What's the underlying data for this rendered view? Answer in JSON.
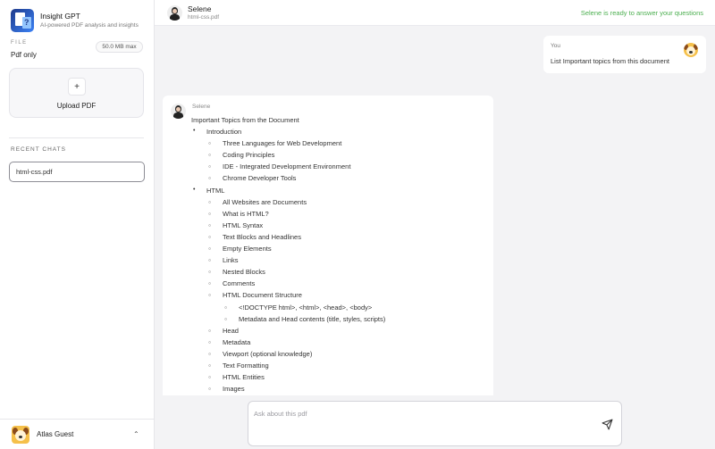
{
  "sidebar": {
    "brand_title": "Insight GPT",
    "brand_subtitle": "AI-powered PDF analysis and insights",
    "logo_icon": "pdf-doc-logo-icon",
    "file_label": "FILE",
    "file_type": "Pdf only",
    "size_limit": "50.0 MB max",
    "upload_plus": "+",
    "upload_label": "Upload PDF",
    "recent_label": "RECENT CHATS",
    "recent_chats": [
      "html-css.pdf"
    ],
    "user_name": "Atlas Guest",
    "user_avatar": "dog-avatar-icon",
    "user_menu_icon": "chevron-up-icon",
    "user_menu_glyph": "⌃"
  },
  "header": {
    "assistant_name": "Selene",
    "file_name": "html-css.pdf",
    "status": "Selene is ready to answer your questions",
    "status_color": "#4caf50"
  },
  "messages": {
    "user": {
      "author": "You",
      "text": "List Important topics from this document"
    },
    "bot": {
      "author": "Selene",
      "heading": "Important Topics from the Document",
      "items": [
        {
          "level": 0,
          "text": "Introduction"
        },
        {
          "level": 1,
          "text": "Three Languages for Web Development"
        },
        {
          "level": 1,
          "text": "Coding Principles"
        },
        {
          "level": 1,
          "text": "IDE - Integrated Development Environment"
        },
        {
          "level": 1,
          "text": "Chrome Developer Tools"
        },
        {
          "level": 0,
          "text": "HTML"
        },
        {
          "level": 1,
          "text": "All Websites are Documents"
        },
        {
          "level": 1,
          "text": "What is HTML?"
        },
        {
          "level": 1,
          "text": "HTML Syntax"
        },
        {
          "level": 1,
          "text": "Text Blocks and Headlines"
        },
        {
          "level": 1,
          "text": "Empty Elements"
        },
        {
          "level": 1,
          "text": "Links"
        },
        {
          "level": 1,
          "text": "Nested Blocks"
        },
        {
          "level": 1,
          "text": "Comments"
        },
        {
          "level": 1,
          "text": "HTML Document Structure"
        },
        {
          "level": 2,
          "text": "<!DOCTYPE html>, <html>, <head>, <body>"
        },
        {
          "level": 2,
          "text": "Metadata and Head contents (title, styles, scripts)"
        },
        {
          "level": 1,
          "text": "Head"
        },
        {
          "level": 1,
          "text": "Metadata"
        },
        {
          "level": 1,
          "text": "Viewport (optional knowledge)"
        },
        {
          "level": 1,
          "text": "Text Formatting"
        },
        {
          "level": 1,
          "text": "HTML Entities"
        },
        {
          "level": 1,
          "text": "Images"
        }
      ]
    }
  },
  "composer": {
    "placeholder": "Ask about this pdf",
    "value": "",
    "send_icon": "send-icon"
  }
}
